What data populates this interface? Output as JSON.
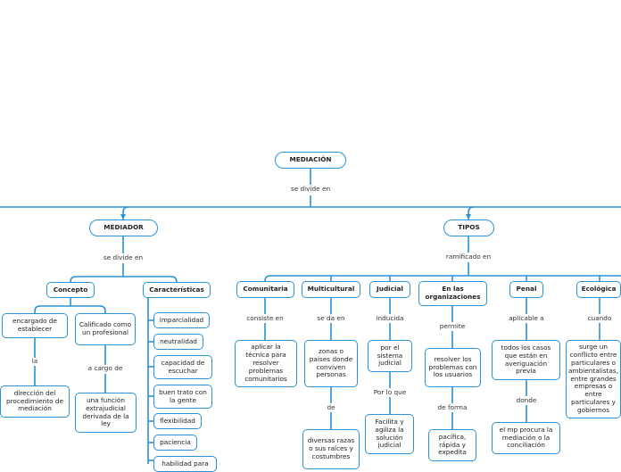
{
  "root": {
    "title": "MEDIACIÓN",
    "edge": "se divide en"
  },
  "mediador": {
    "title": "MEDIADOR",
    "edge": "se divide en",
    "concepto": {
      "title": "Concepto",
      "left": {
        "text": "encargado de establecer",
        "edge": "la",
        "child": "dirección del procedimiento de mediación"
      },
      "right": {
        "text": "Calificado como un profesional",
        "edge": "a cargo de",
        "child": "una función extrajudicial derivada de la ley"
      }
    },
    "caracteristicas": {
      "title": "Características",
      "items": [
        "imparcialidad",
        "neutralidad",
        "capacidad de escuchar",
        "buen trato con la gente",
        "flexibilidad",
        "paciencia",
        "habilidad para"
      ]
    }
  },
  "tipos": {
    "title": "TIPOS",
    "edge": "ramificado en",
    "comunitaria": {
      "title": "Comunitaria",
      "edge": "consiste en",
      "child": "aplicar la técnica para resolver problemas comunitarios"
    },
    "multicultural": {
      "title": "Multicultural",
      "edge": "se da en",
      "child": "zonas o países donde conviven personas",
      "edge2": "de",
      "child2": "diversas razas o sus raíces y costumbres"
    },
    "judicial": {
      "title": "Judicial",
      "edge": "inducida",
      "child": "por el sistema judicial",
      "edge2": "Por lo que",
      "child2": "Facilita y agiliza la solución judicial"
    },
    "organizaciones": {
      "title": "En las organizaciones",
      "edge": "permite",
      "child": "resolver los problemas con los usuarios",
      "edge2": "de forma",
      "child2": "pacífica, rápida y expedita"
    },
    "penal": {
      "title": "Penal",
      "edge": "aplicable a",
      "child": "todos los casos que están en averiguación previa",
      "edge2": "donde",
      "child2": "el mp procura la mediación o la conciliación"
    },
    "ecologica": {
      "title": "Ecológica",
      "edge": "cuando",
      "child": "surge un conflicto entre particulares o ambientalistas, entre grandes empresas o entre particulares y gobiernos"
    }
  },
  "colors": {
    "line": "#2a93d5",
    "border": "#2a93d5",
    "text": "#222222"
  }
}
